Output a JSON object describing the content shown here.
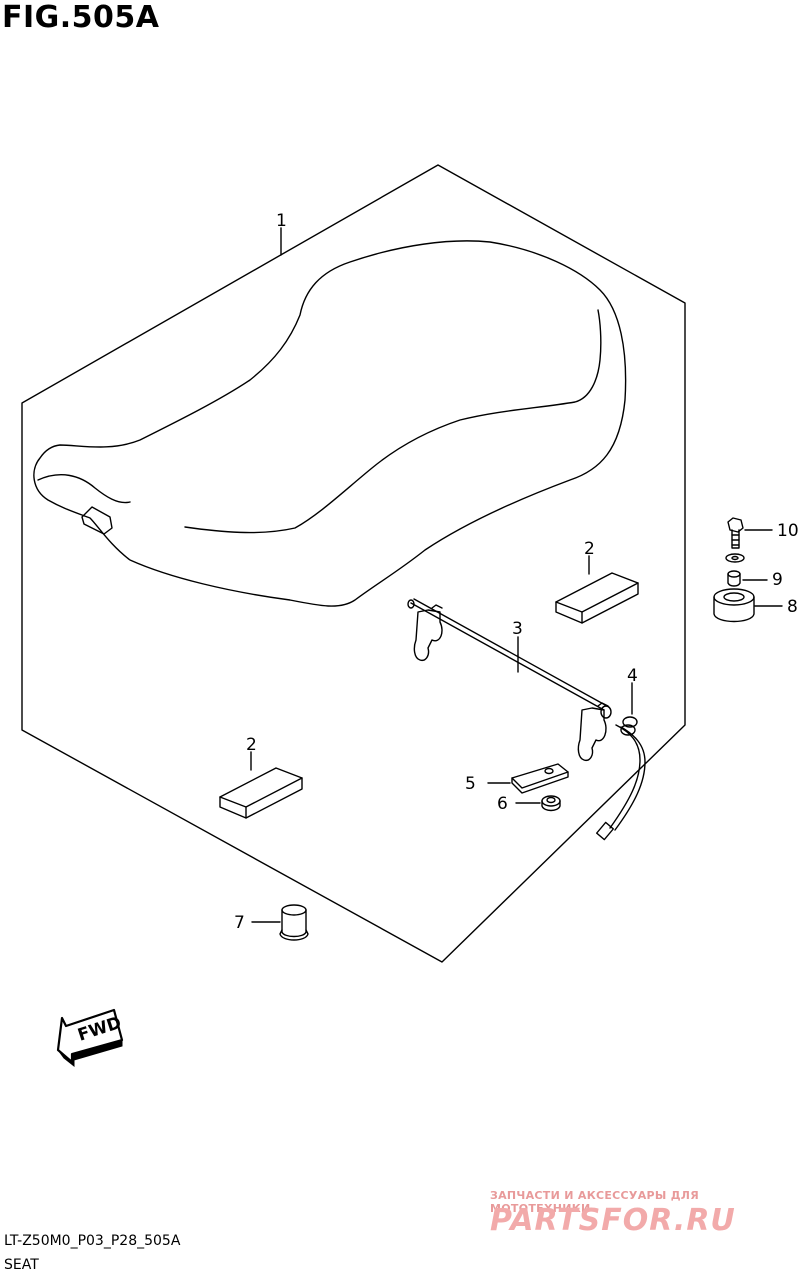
{
  "figure": {
    "title": "FIG.505A",
    "code": "LT-Z50M0_P03_P28_505A",
    "name": "SEAT"
  },
  "callouts": [
    "1",
    "2",
    "2",
    "3",
    "4",
    "5",
    "6",
    "7",
    "8",
    "9",
    "10"
  ],
  "direction_arrow": {
    "label": "FWD"
  },
  "watermark": {
    "tagline": "ЗАПЧАСТИ И АКСЕССУАРЫ ДЛЯ МОТОТЕХНИКИ",
    "logo": "PARTSFOR.RU"
  },
  "colors": {
    "line": "#000000",
    "background": "#ffffff",
    "watermark": "#f2aaaa"
  }
}
